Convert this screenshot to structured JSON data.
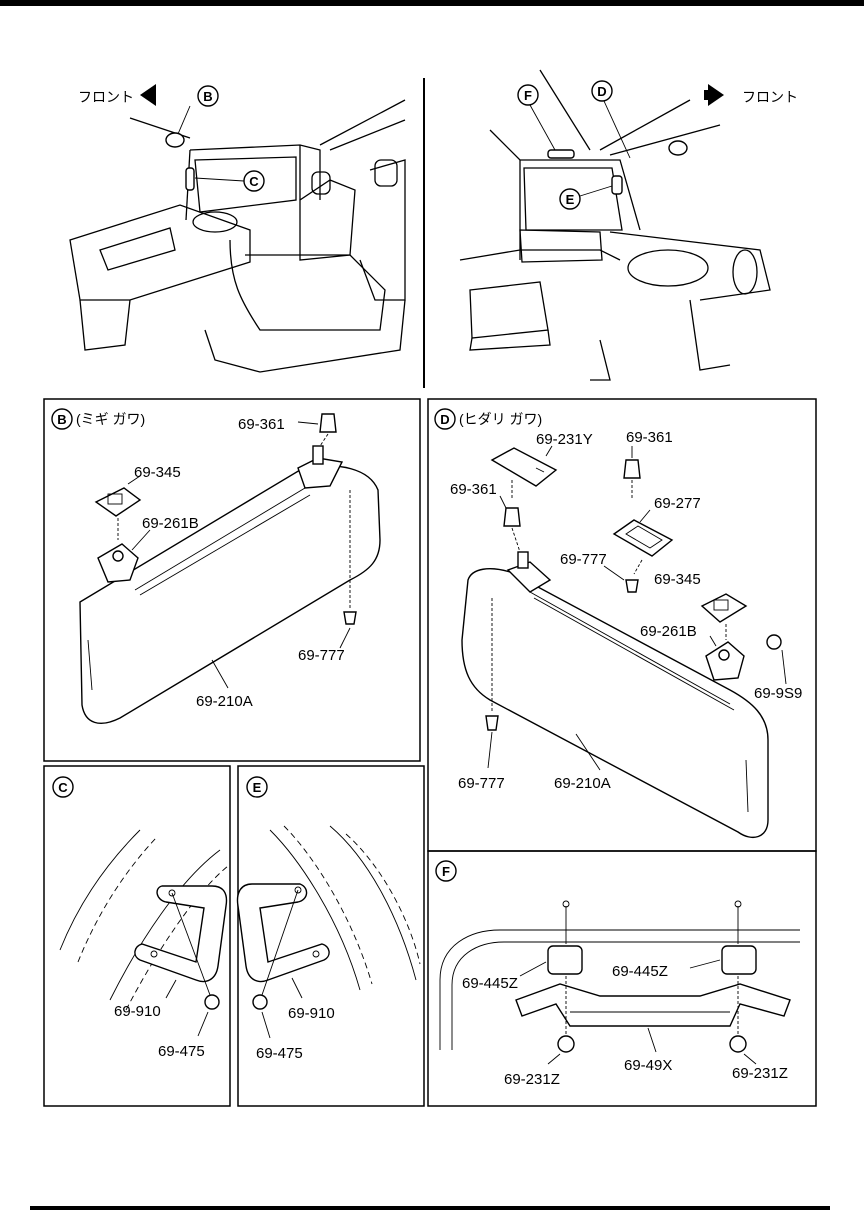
{
  "overview": {
    "left": {
      "front_label": "フロント",
      "callouts": [
        "B",
        "C"
      ]
    },
    "right": {
      "front_label": "フロント",
      "callouts": [
        "F",
        "D",
        "E"
      ]
    }
  },
  "panel_b": {
    "marker": "B",
    "caption": "(ミギ ガワ)",
    "parts": [
      "69-361",
      "69-345",
      "69-261B",
      "69-777",
      "69-210A"
    ]
  },
  "panel_d": {
    "marker": "D",
    "caption": "(ヒダリ ガワ)",
    "parts": [
      "69-231Y",
      "69-361",
      "69-361",
      "69-277",
      "69-777",
      "69-345",
      "69-261B",
      "69-9S9",
      "69-777",
      "69-210A"
    ]
  },
  "panel_c": {
    "marker": "C",
    "parts": [
      "69-910",
      "69-475"
    ]
  },
  "panel_e": {
    "marker": "E",
    "parts": [
      "69-910",
      "69-475"
    ]
  },
  "panel_f": {
    "marker": "F",
    "parts": [
      "69-445Z",
      "69-445Z",
      "69-231Z",
      "69-49X",
      "69-231Z"
    ]
  }
}
